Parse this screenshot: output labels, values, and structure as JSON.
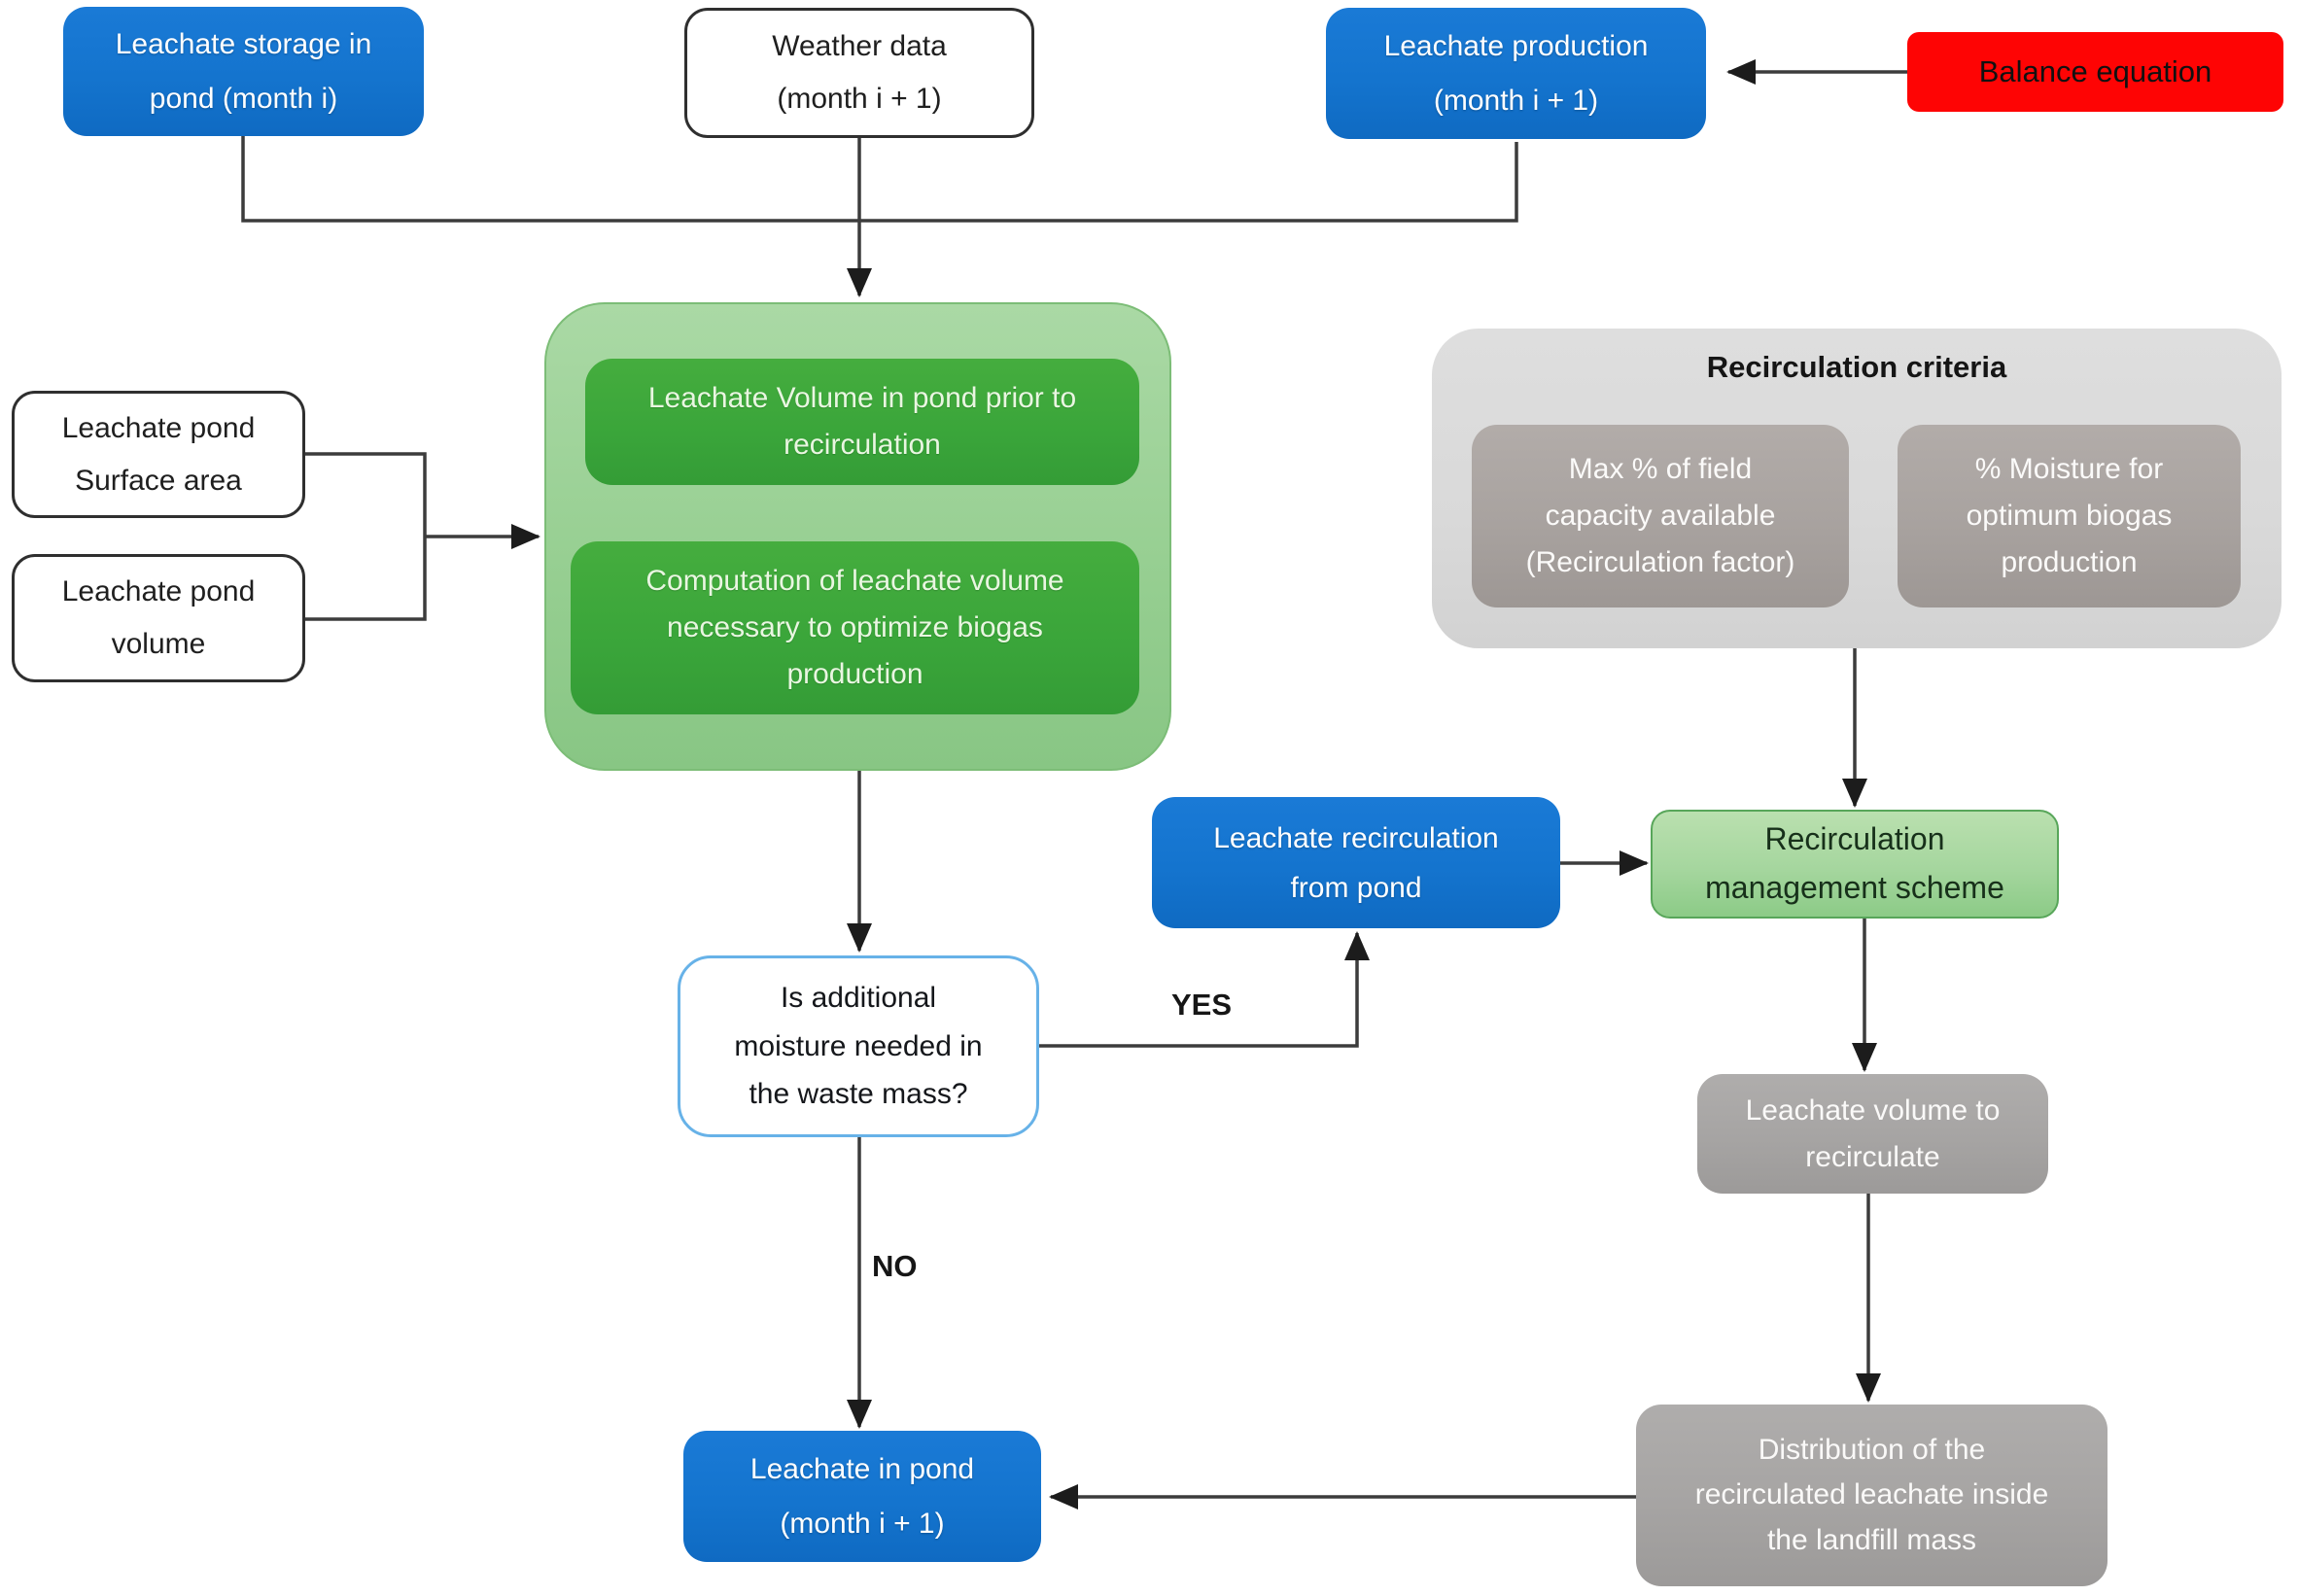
{
  "nodes": {
    "storage": "Leachate storage in\npond (month i)",
    "weather": "Weather data\n(month i + 1)",
    "production": "Leachate production\n(month i + 1)",
    "balance": "Balance equation",
    "pond_surface": "Leachate pond\nSurface area",
    "pond_volume": "Leachate pond\nvolume",
    "volume_prior": "Leachate Volume in pond prior to\nrecirculation",
    "computation": "Computation of leachate volume\nnecessary to optimize biogas\nproduction",
    "criteria_title": "Recirculation criteria",
    "max_field_capacity": "Max % of field\ncapacity available\n(Recirculation factor)",
    "moisture_optimum": "% Moisture for\noptimum biogas\nproduction",
    "recirc_from_pond": "Leachate recirculation\nfrom pond",
    "mgmt_scheme": "Recirculation\nmanagement scheme",
    "decision": "Is additional\nmoisture needed in\nthe waste mass?",
    "volume_to_recirculate": "Leachate volume to\nrecirculate",
    "distribution": "Distribution of the\nrecirculated leachate inside\nthe landfill mass",
    "leachate_in_pond": "Leachate in pond\n(month i + 1)"
  },
  "edge_labels": {
    "yes": "YES",
    "no": "NO"
  },
  "colors": {
    "blue": "#1474CE",
    "red": "#FE0404",
    "green_dark": "#3AA53A",
    "green_light": "#97CF92",
    "green_scheme": "#A5D69E",
    "gray_light": "#D9D9D9",
    "gray_mid": "#A8A29F",
    "gray_dark": "#A6A4A3",
    "decision_border": "#67B2E8",
    "connector": "#3C3C3C"
  }
}
